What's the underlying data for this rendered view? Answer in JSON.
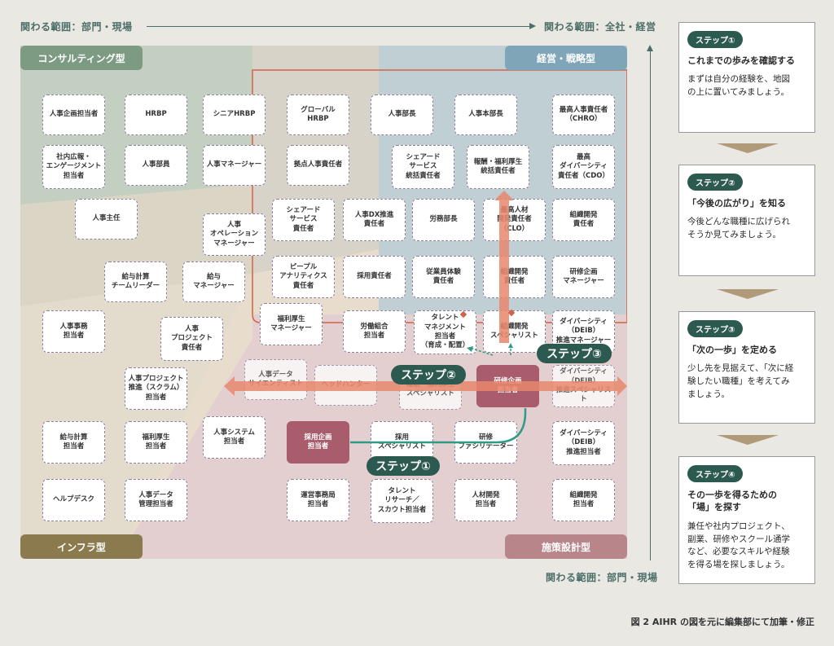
{
  "axis": {
    "top_left": "関わる範囲：部門・現場",
    "top_right": "関わる範囲：全社・経営",
    "bottom_right": "関わる範囲：部門・現場"
  },
  "quadrants": {
    "top_left": "コンサルティング型",
    "top_right": "経営・戦略型",
    "bottom_left": "インフラ型",
    "bottom_right": "施策設計型"
  },
  "roles": {
    "r1": "人事企画担当者",
    "r2": "HRBP",
    "r3": "シニアHRBP",
    "r4": "グローバル\nHRBP",
    "r5": "人事部長",
    "r6": "人事本部長",
    "r7": "最高人事責任者\n（CHRO）",
    "r8": "社内広報・\nエンゲージメント\n担当者",
    "r9": "人事部員",
    "r10": "人事マネージャー",
    "r11": "拠点人事責任者",
    "r12": "シェアード\nサービス\n統括責任者",
    "r13": "報酬・福利厚生\n統括責任者",
    "r14": "最高\nダイバーシティ\n責任者（CDO）",
    "r15": "人事主任",
    "r16": "人事\nオペレーション\nマネージャー",
    "r17": "シェアード\nサービス\n責任者",
    "r18": "人事DX推進\n責任者",
    "r19": "労務部長",
    "r20": "最高人材\n開発責任者\n（CLO）",
    "r21": "組織開発\n責任者",
    "r22": "給与計算\nチームリーダー",
    "r23": "給与\nマネージャー",
    "r24": "ピープル\nアナリティクス\n責任者",
    "r25": "採用責任者",
    "r26": "従業員体験\n責任者",
    "r27": "組織開発\n責任者",
    "r28": "研修企画\nマネージャー",
    "r29": "人事事務\n担当者",
    "r30": "人事\nプロジェクト\n責任者",
    "r31": "福利厚生\nマネージャー",
    "r32": "労働組合\n担当者",
    "r33": "タレント\nマネジメント\n担当者\n（育成・配置）",
    "r34": "組織開発\nスペシャリスト",
    "r35": "ダイバーシティ\n（DEIB）\n推進マネージャー",
    "r36": "人事プロジェクト\n推進（スクラム）\n担当者",
    "r37": "人事データ\nサイエンティスト",
    "r38": "ヘッドハンター",
    "r39": "報酬・福利厚生\nスペシャリスト",
    "r40": "研修企画\n担当者",
    "r41": "ダイバーシティ\n（DEIB）\n推進スペシャリスト",
    "r42": "給与計算\n担当者",
    "r43": "福利厚生\n担当者",
    "r44": "人事システム\n担当者",
    "r45": "採用企画\n担当者",
    "r46": "採用\nスペシャリスト",
    "r47": "研修\nファシリテーター",
    "r48": "ダイバーシティ\n（DEIB）\n推進担当者",
    "r49": "ヘルプデスク",
    "r50": "人事データ\n管理担当者",
    "r51": "運営事務局\n担当者",
    "r52": "タレント\nリサーチ／\nスカウト担当者",
    "r53": "人材開発\n担当者",
    "r54": "組織開発\n担当者"
  },
  "steps_on_map": {
    "s1": "ステップ①",
    "s2": "ステップ②",
    "s3": "ステップ③"
  },
  "panels": [
    {
      "tag": "ステップ①",
      "head": "これまでの歩みを確認する",
      "body": "まずは自分の経験を、地図\nの上に置いてみましょう。"
    },
    {
      "tag": "ステップ②",
      "head": "「今後の広がり」を知る",
      "body": "今後どんな職種に広げられ\nそうか見てみましょう。"
    },
    {
      "tag": "ステップ③",
      "head": "「次の一歩」を定める",
      "body": "少し先を見据えて、「次に経\n験したい職種」を考えてみ\nましょう。"
    },
    {
      "tag": "ステップ④",
      "head": "その一歩を得るための\n「場」を探す",
      "body": "兼任や社内プロジェクト、\n副業、研修やスクール通学\nなど、必要なスキルや経験\nを得る場を探しましょう。"
    }
  ],
  "caption": "図 2 AIHR の図を元に編集部にて加筆・修正",
  "colors": {
    "consulting": "#7d9a82",
    "strategy": "#7fa6b8",
    "infra": "#8b7a4d",
    "design": "#b8868a",
    "step_pill": "#2d5a50",
    "arrow": "#e8876c",
    "highlight": "#a85c6c"
  }
}
